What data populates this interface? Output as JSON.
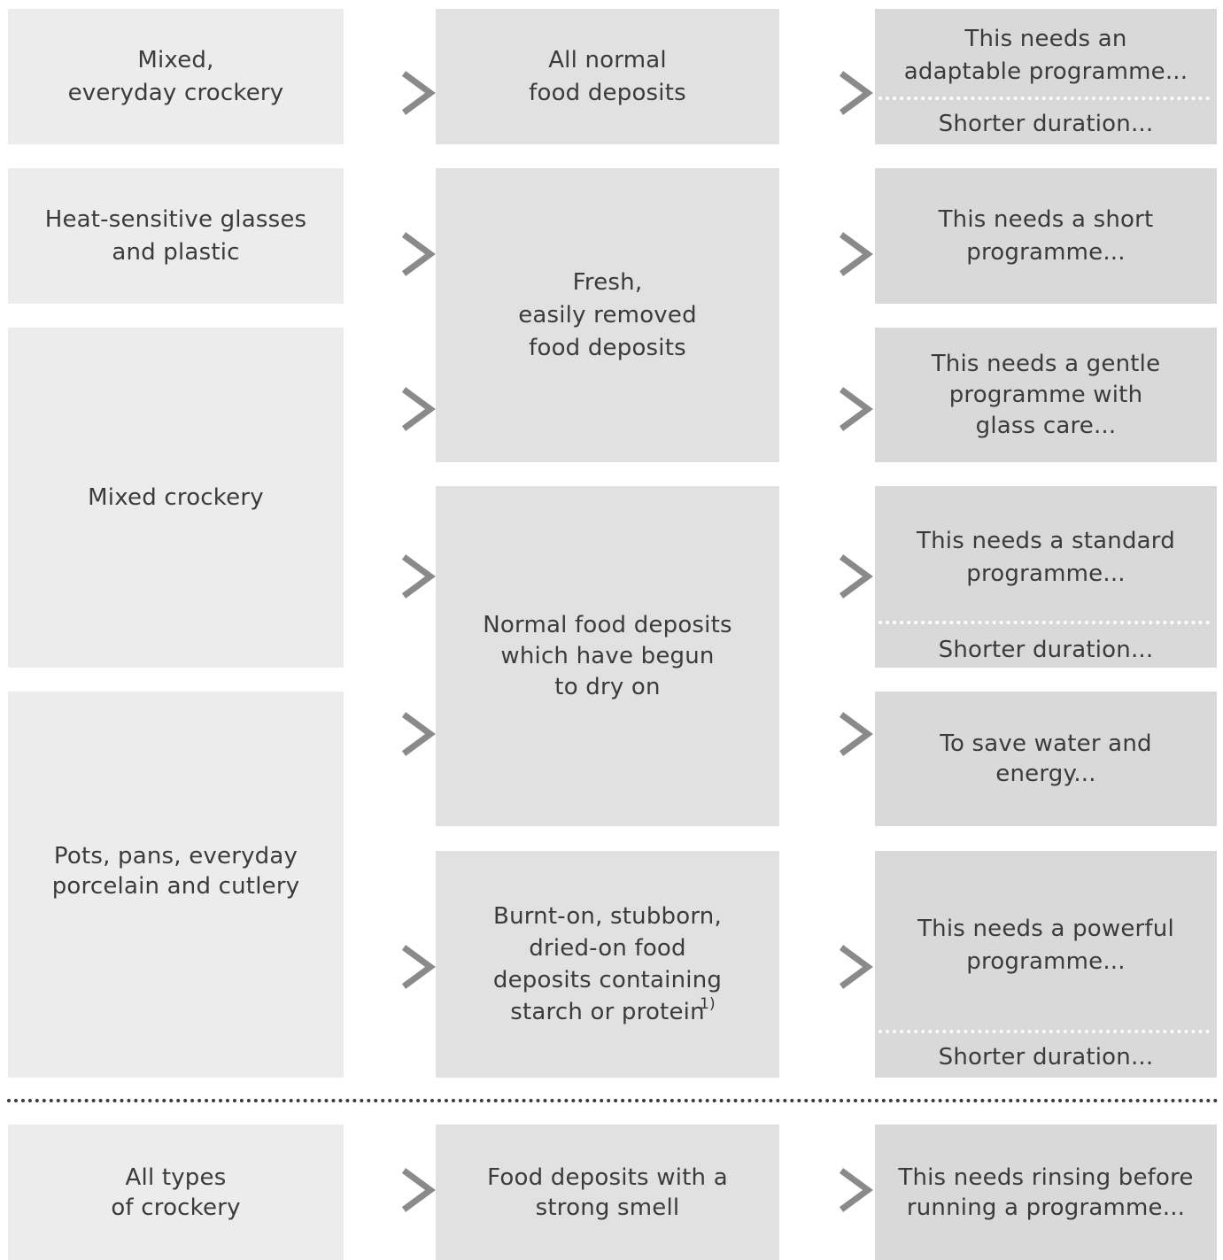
{
  "col1": {
    "mixed_everyday": "Mixed,\neveryday crockery",
    "heat_sensitive": "Heat-sensitive glasses\nand plastic",
    "mixed": "Mixed crockery",
    "pots_pans": "Pots, pans, everyday\nporcelain and cutlery",
    "all_types": "All types\nof crockery"
  },
  "col2": {
    "all_normal": "All normal\nfood deposits",
    "fresh": "Fresh,\neasily removed\nfood deposits",
    "normal_dry": "Normal food deposits\nwhich have begun\nto dry on",
    "burnt_on": "Burnt-on, stubborn,\ndried-on food\ndeposits containing\nstarch or protein",
    "burnt_on_footnote": "1)",
    "strong_smell": "Food deposits with a\nstrong smell"
  },
  "col3": {
    "adaptable": "This needs an\nadaptable programme...",
    "adaptable_shorter": "Shorter duration...",
    "short": "This needs a short\nprogramme...",
    "gentle": "This needs a gentle\nprogramme with\nglass care...",
    "standard": "This needs a standard\nprogramme...",
    "standard_shorter": "Shorter duration...",
    "save_water": "To save water and\nenergy...",
    "powerful": "This needs a powerful\nprogramme...",
    "powerful_shorter": "Shorter duration...",
    "rinsing": "This needs rinsing before\nrunning a programme..."
  },
  "colors": {
    "col1_bg": "#ececec",
    "col2_bg": "#e1e1e1",
    "col3_bg": "#d9d9d9",
    "arrow": "#8a8a8a",
    "text": "#3b3b3b"
  },
  "icons": {
    "arrow": "double-arrow-right-icon"
  }
}
